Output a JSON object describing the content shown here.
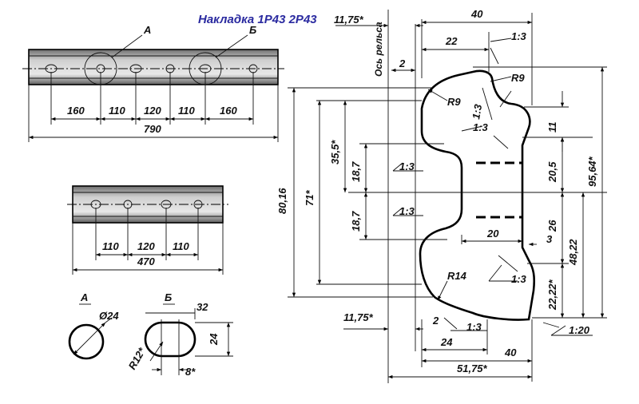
{
  "title": "Накладка 1Р43 2Р43",
  "rail_axis_label": "Ось рельса",
  "colors": {
    "title": "#2a2aa0",
    "line": "#000000",
    "bar_shadow": "#8a8a8a"
  },
  "long_plate": {
    "markers": {
      "a": "А",
      "b": "Б"
    },
    "dims": [
      "160",
      "110",
      "120",
      "110",
      "160"
    ],
    "total": "790"
  },
  "short_plate": {
    "dims": [
      "110",
      "120",
      "110"
    ],
    "total": "470"
  },
  "detail_a": {
    "label": "А",
    "diameter": "Ø24"
  },
  "detail_b": {
    "label": "Б",
    "width": "32",
    "height": "24",
    "radius": "R12*",
    "offset": "8*"
  },
  "profile": {
    "top_width": "40",
    "rail_offset_top": "11,75*",
    "gap_top": "2",
    "width_22": "22",
    "slope_top": "1:3",
    "radius_top_right": "R9",
    "radius_top_left": "R9",
    "slope_inner_upper": "1:3",
    "slope_inner_right": "1:3",
    "gap_11": "11",
    "slope_left_upper": "1:3",
    "h_35_5": "35,5*",
    "h_18_7_upper": "18,7",
    "h_71": "71*",
    "h_80_16": "80,16",
    "h_20_5": "20,5",
    "h_95_64": "95,64*",
    "slope_left_lower": "1:3",
    "h_18_7_lower": "18,7",
    "width_20": "20",
    "gap_3": "3",
    "h_26": "26",
    "h_48_22": "48,22",
    "h_22_22": "22,22*",
    "slope_lower_right": "1:3",
    "radius_bottom": "R14",
    "rail_offset_bottom": "11,75*",
    "gap_bottom": "2",
    "slope_bottom": "1:3",
    "width_24": "24",
    "bottom_width_40": "40",
    "slope_base": "1:20",
    "total_width": "51,75*"
  }
}
